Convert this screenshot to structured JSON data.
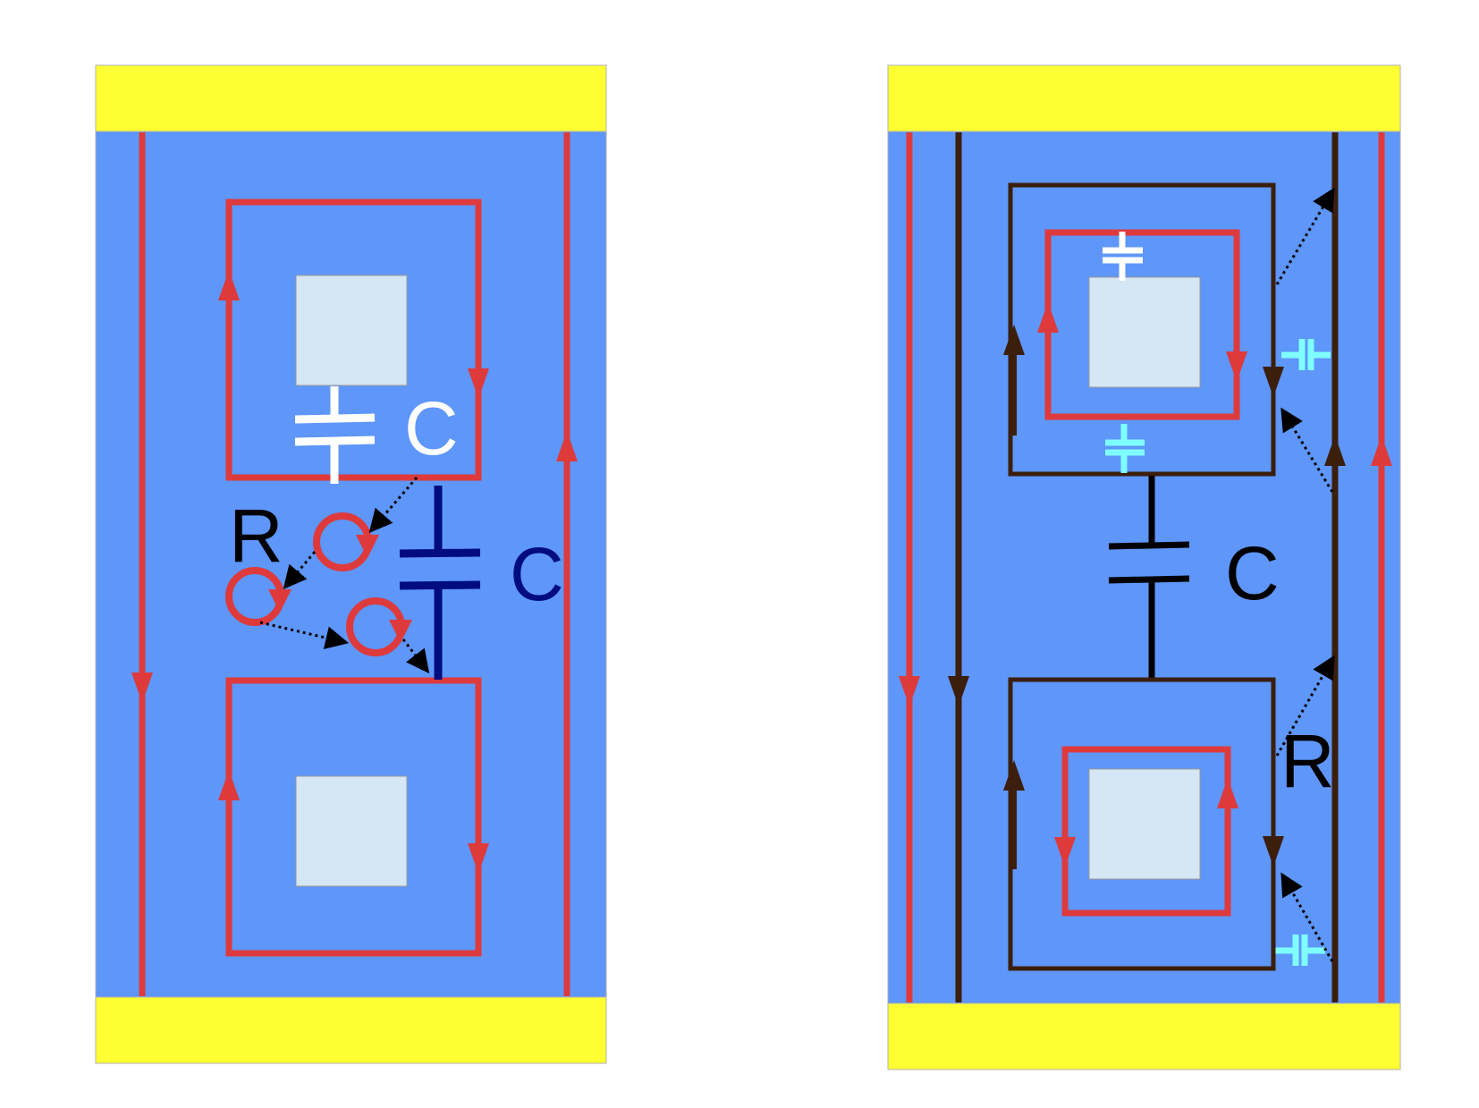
{
  "colors": {
    "background": "#ffffff",
    "electrode": "#ffff33",
    "substrate": "#5e96fa",
    "pore": "#d5e6f4",
    "current_red": "#de3a3c",
    "current_dark": "#3b1e0c",
    "navy": "#000c80",
    "cyan": "#7fffff",
    "black": "#000000",
    "white": "#ffffff"
  },
  "left_panel": {
    "capacitor_label_white": "C",
    "capacitor_label_navy": "C",
    "resistor_label": "R"
  },
  "right_panel": {
    "capacitor_label": "C",
    "resistor_label": "R"
  }
}
